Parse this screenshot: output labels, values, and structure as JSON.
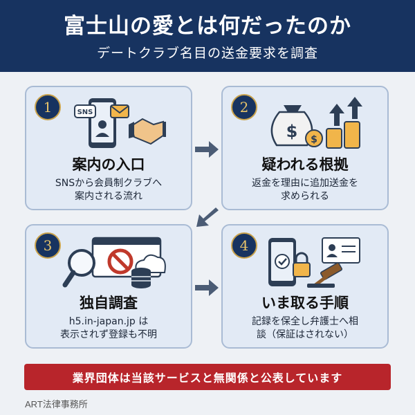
{
  "header": {
    "title": "富士山の愛とは何だったのか",
    "subtitle": "デートクラブ名目の送金要求を調査"
  },
  "steps": [
    {
      "number": "1",
      "title": "案内の入口",
      "desc_lines": [
        "SNSから会員制クラブへ",
        "案内される流れ"
      ],
      "icon_label": "SNS",
      "icons": [
        "smartphone-icon",
        "sns-bubble-icon",
        "mail-icon",
        "handshake-icon"
      ]
    },
    {
      "number": "2",
      "title": "疑われる根拠",
      "desc_lines": [
        "返金を理由に追加送金を",
        "求められる"
      ],
      "icon_label": "$",
      "icons": [
        "money-bag-icon",
        "coins-icon",
        "arrow-up-icon"
      ]
    },
    {
      "number": "3",
      "title": "独自調査",
      "desc_lines": [
        "h5.in-japan.jp は",
        "表示されず登録も不明"
      ],
      "icons": [
        "magnifier-icon",
        "prohibited-icon",
        "browser-window-icon",
        "database-icon",
        "cloud-icon"
      ]
    },
    {
      "number": "4",
      "title": "いま取る手順",
      "desc_lines": [
        "記録を保全し弁護士へ相",
        "談（保証はされない）"
      ],
      "icons": [
        "smartphone-check-icon",
        "lock-icon",
        "id-card-icon",
        "gavel-icon"
      ]
    }
  ],
  "banner": "業界団体は当該サービスと無関係と公表しています",
  "footer": "ART法律事務所",
  "colors": {
    "navy": "#173360",
    "card": "#e2eaf5",
    "gold": "#c9a24b",
    "red": "#b8252b"
  }
}
